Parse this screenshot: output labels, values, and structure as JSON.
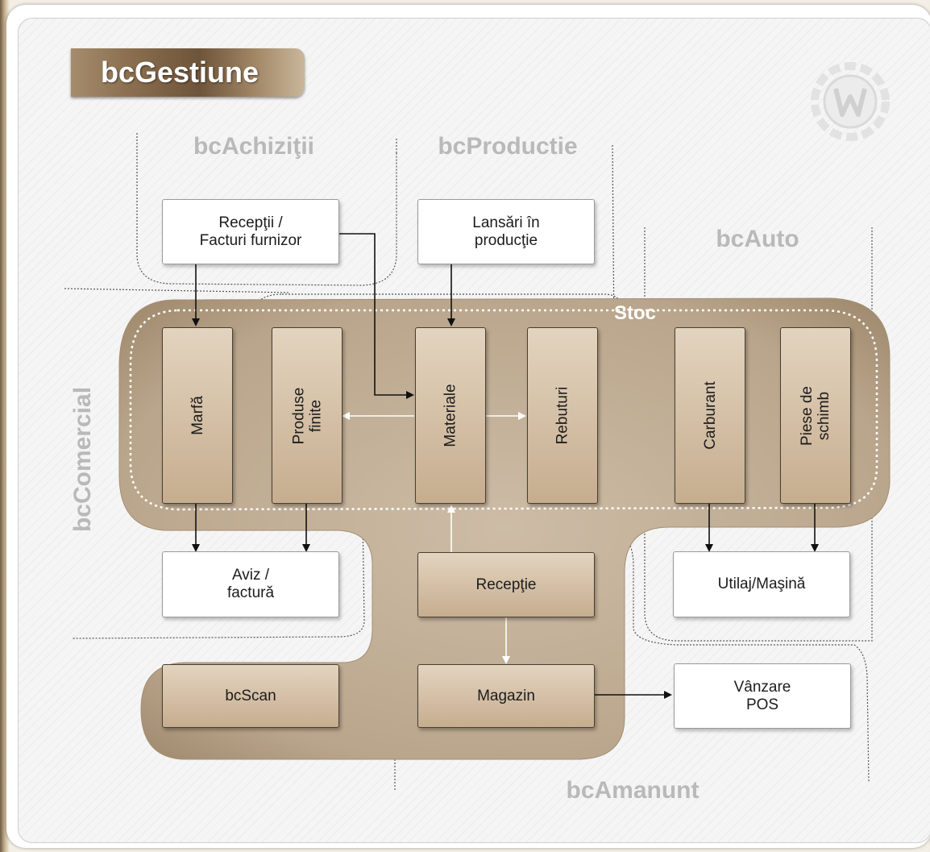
{
  "header": {
    "title": "bcGestiune",
    "logo_icon": "w-gear-logo-icon"
  },
  "regions": {
    "achizitii": "bcAchiziţii",
    "productie": "bcProductie",
    "auto": "bcAuto",
    "comercial": "bcComercial",
    "amanunt": "bcAmanunt",
    "stoc": "Stoc"
  },
  "nodes": {
    "receptii_facturi": "Recepţii /\nFacturi furnizor",
    "lansari_productie": "Lansări în\nproducţie",
    "marfa": "Marfă",
    "produse_finite": "Produse\nfinite",
    "materiale": "Materiale",
    "rebuturi": "Rebuturi",
    "carburant": "Carburant",
    "piese_schimb": "Piese de schimb",
    "aviz_factura": "Aviz /\nfactură",
    "receptie": "Recepţie",
    "utilaj_masina": "Utilaj/Maşină",
    "bcscan": "bcScan",
    "magazin": "Magazin",
    "vanzare_pos": "Vânzare\nPOS"
  },
  "colors": {
    "stock_fill": "#c4b29b",
    "stock_dark": "#8e7b63",
    "brown_box_top": "#e3d4bf",
    "brown_box_bottom": "#c6ad8f",
    "label_gray": "#b9b9b9",
    "title_brown": "#7a5f44"
  }
}
